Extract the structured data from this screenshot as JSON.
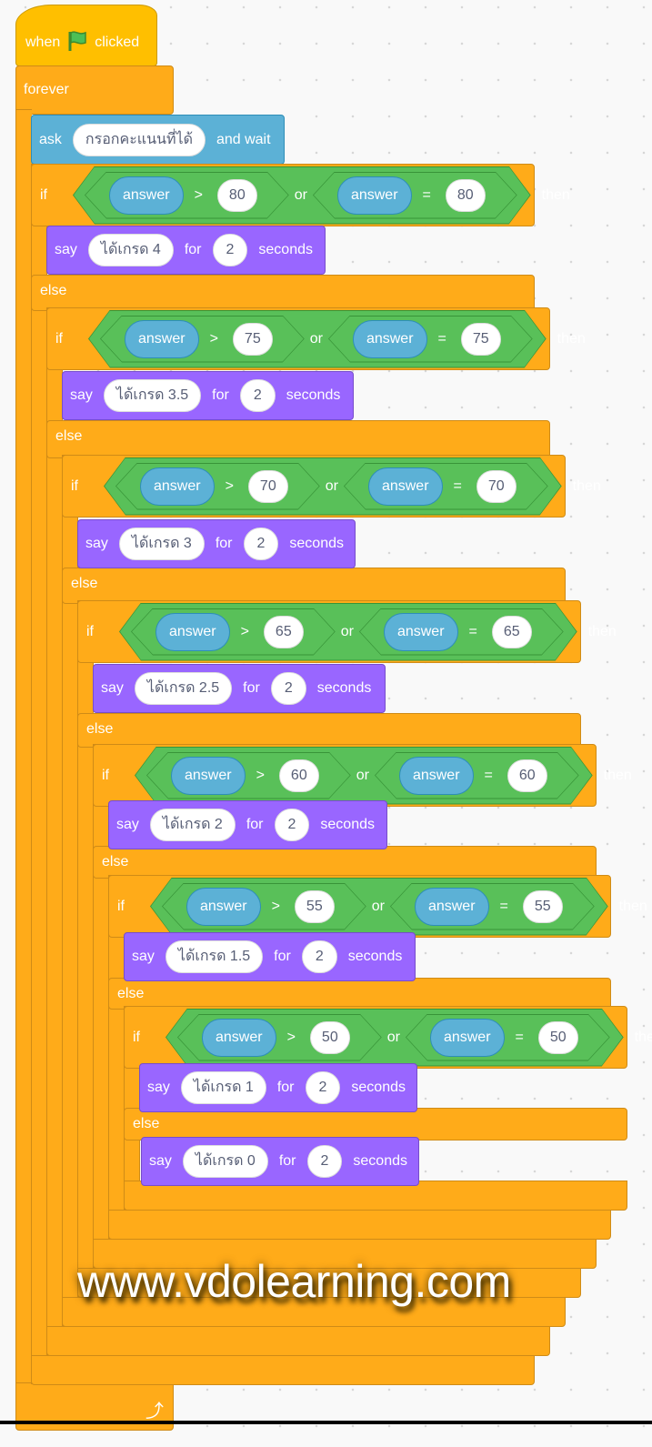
{
  "hat": {
    "when": "when",
    "icon": "green-flag-icon",
    "clicked": "clicked"
  },
  "forever": {
    "label": "forever",
    "loop_icon": "loop-arrow-icon"
  },
  "ask": {
    "label": "ask",
    "question": "กรอกคะแนนที่ได้",
    "suffix": "and wait"
  },
  "labels": {
    "if": "if",
    "then": "then",
    "else": "else",
    "or": "or",
    "gt": ">",
    "eq": "=",
    "answer": "answer",
    "say": "say",
    "for": "for",
    "seconds": "seconds"
  },
  "levels": [
    {
      "threshold": "80",
      "say_text": "ได้เกรด 4",
      "secs": "2"
    },
    {
      "threshold": "75",
      "say_text": "ได้เกรด 3.5",
      "secs": "2"
    },
    {
      "threshold": "70",
      "say_text": "ได้เกรด 3",
      "secs": "2"
    },
    {
      "threshold": "65",
      "say_text": "ได้เกรด 2.5",
      "secs": "2"
    },
    {
      "threshold": "60",
      "say_text": "ได้เกรด 2",
      "secs": "2"
    },
    {
      "threshold": "55",
      "say_text": "ได้เกรด 1.5",
      "secs": "2"
    },
    {
      "threshold": "50",
      "say_text": "ได้เกรด 1",
      "secs": "2"
    }
  ],
  "else_say": {
    "say_text": "ได้เกรด 0",
    "secs": "2"
  },
  "watermark": "www.vdolearning.com",
  "colors": {
    "control": "#FFAB19",
    "events": "#FFBF00",
    "sensing": "#5CB1D6",
    "operators": "#59C059",
    "looks": "#9966FF"
  }
}
